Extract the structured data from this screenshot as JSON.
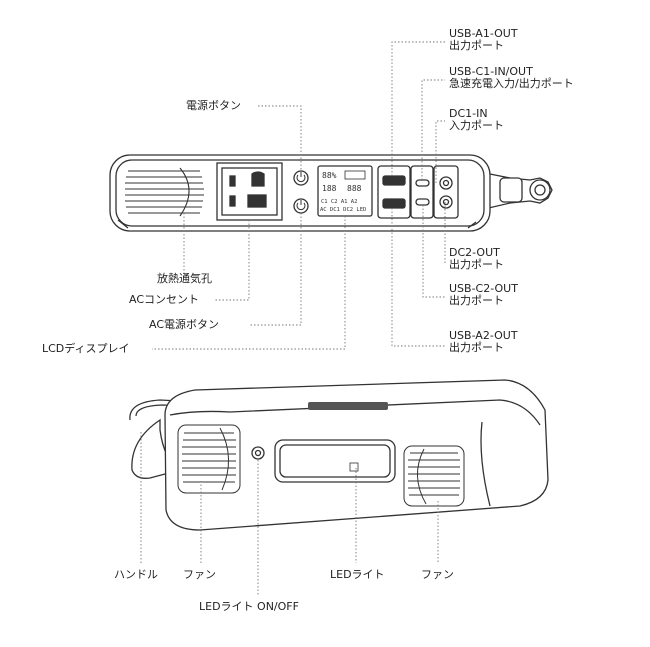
{
  "top_view": {
    "left_labels": {
      "power_button": "電源ボタン",
      "heat_vent": "放熱通気孔",
      "ac_outlet": "ACコンセント",
      "ac_power_button": "AC電源ボタン",
      "lcd_display": "LCDディスプレイ"
    },
    "right_labels": {
      "usb_a1": [
        "USB-A1-OUT",
        "出力ポート"
      ],
      "usb_c1": [
        "USB-C1-IN/OUT",
        "急速充電入力/出力ポート"
      ],
      "dc1": [
        "DC1-IN",
        "入力ポート"
      ],
      "dc2": [
        "DC2-OUT",
        "出力ポート"
      ],
      "usb_c2": [
        "USB-C2-OUT",
        "出力ポート"
      ],
      "usb_a2": [
        "USB-A2-OUT",
        "出力ポート"
      ]
    },
    "lcd": {
      "row1_left": "88%",
      "row2_left": "188",
      "row2_right": "888",
      "indicators": "C1 C2 A1 A2",
      "indicators2": "AC DC1 DC2 LED"
    }
  },
  "bottom_view": {
    "labels": {
      "handle": "ハンドル",
      "fan_left": "ファン",
      "led_light": "LEDライト",
      "fan_right": "ファン",
      "led_switch": "LEDライト ON/OFF"
    }
  },
  "colors": {
    "line": "#333333",
    "leader": "#777777",
    "body_fill": "#f4f4f4"
  }
}
